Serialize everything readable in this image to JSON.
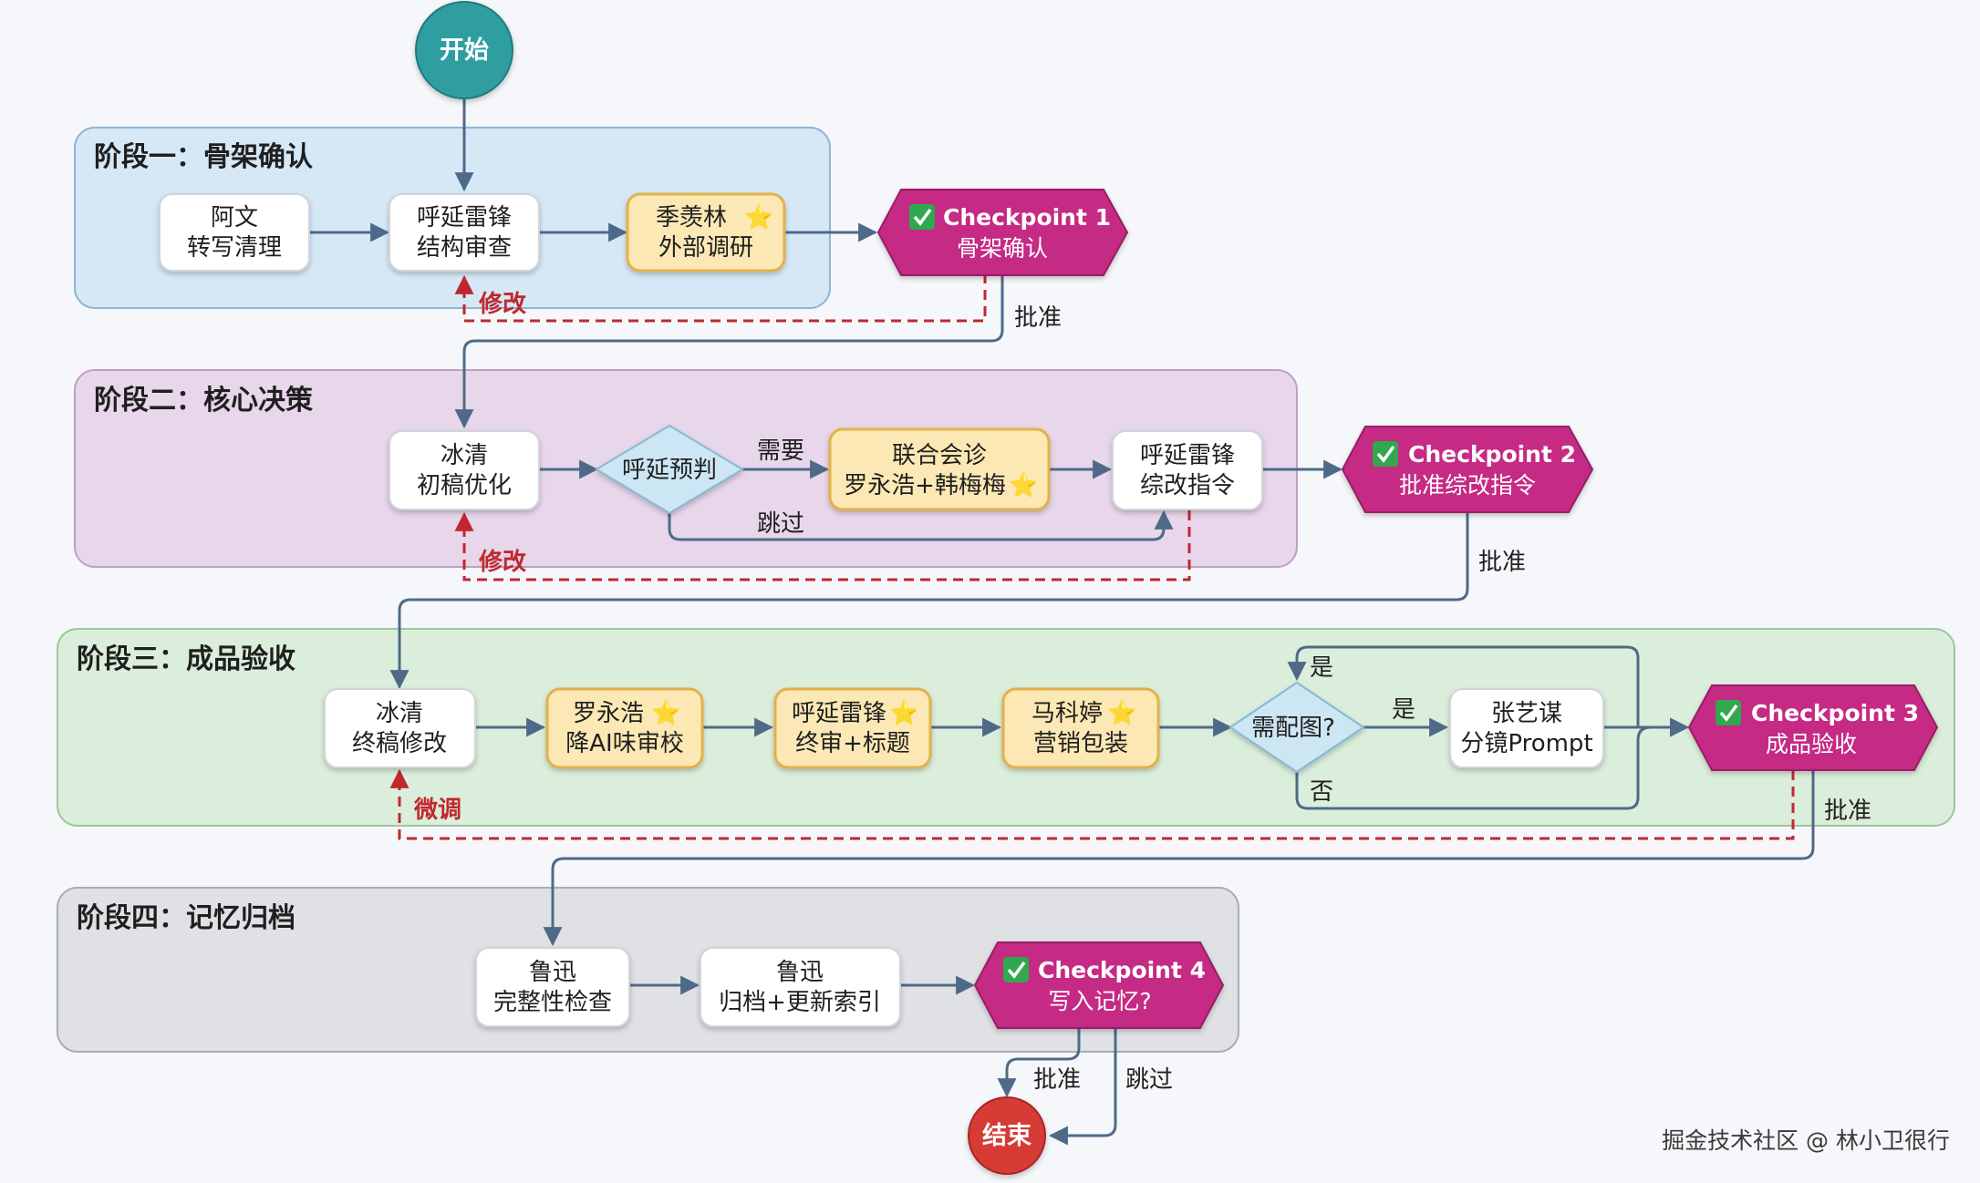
{
  "start": "开始",
  "end": "结束",
  "watermark": "掘金技术社区 @ 林小卫很行",
  "lanes": [
    {
      "title": "阶段一：骨架确认"
    },
    {
      "title": "阶段二：核心决策"
    },
    {
      "title": "阶段三：成品验收"
    },
    {
      "title": "阶段四：记忆归档"
    }
  ],
  "nodes": {
    "awen": [
      "阿文",
      "转写清理"
    ],
    "hy1": [
      "呼延雷锋",
      "结构审查"
    ],
    "jxl": [
      "季羡林",
      "外部调研"
    ],
    "bq1": [
      "冰清",
      "初稿优化"
    ],
    "lhhz": [
      "联合会诊",
      "罗永浩+韩梅梅"
    ],
    "hy2": [
      "呼延雷锋",
      "综改指令"
    ],
    "bq2": [
      "冰清",
      "终稿修改"
    ],
    "lyh": [
      "罗永浩",
      "降AI味审校"
    ],
    "hy3": [
      "呼延雷锋",
      "终审+标题"
    ],
    "mkt": [
      "马科婷",
      "营销包装"
    ],
    "zym": [
      "张艺谋",
      "分镜Prompt"
    ],
    "lx1": [
      "鲁迅",
      "完整性检查"
    ],
    "lx2": [
      "鲁迅",
      "归档+更新索引"
    ]
  },
  "decisions": {
    "predict": "呼延预判",
    "needimg": "需配图?"
  },
  "checkpoints": [
    {
      "title": "Checkpoint 1",
      "sub": "骨架确认"
    },
    {
      "title": "Checkpoint 2",
      "sub": "批准综改指令"
    },
    {
      "title": "Checkpoint 3",
      "sub": "成品验收"
    },
    {
      "title": "Checkpoint 4",
      "sub": "写入记忆?"
    }
  ],
  "labels": {
    "approve": "批准",
    "modify": "修改",
    "fine_tune": "微调",
    "need": "需要",
    "skip": "跳过",
    "yes": "是",
    "no": "否",
    "star": "⭐"
  },
  "colors": {
    "lane1": "#d6e8f6",
    "lane2": "#e8d6ea",
    "lane3": "#dbeedb",
    "lane4": "#dfe1e5",
    "checkpoint": "#c52b84",
    "highlight_fill": "#fce8b4",
    "highlight_stroke": "#e2b24a",
    "decision": "#cde6f3",
    "start": "#2f9ea0",
    "end": "#d63a36",
    "edge": "#4f6a88",
    "feedback": "#c0282f"
  }
}
